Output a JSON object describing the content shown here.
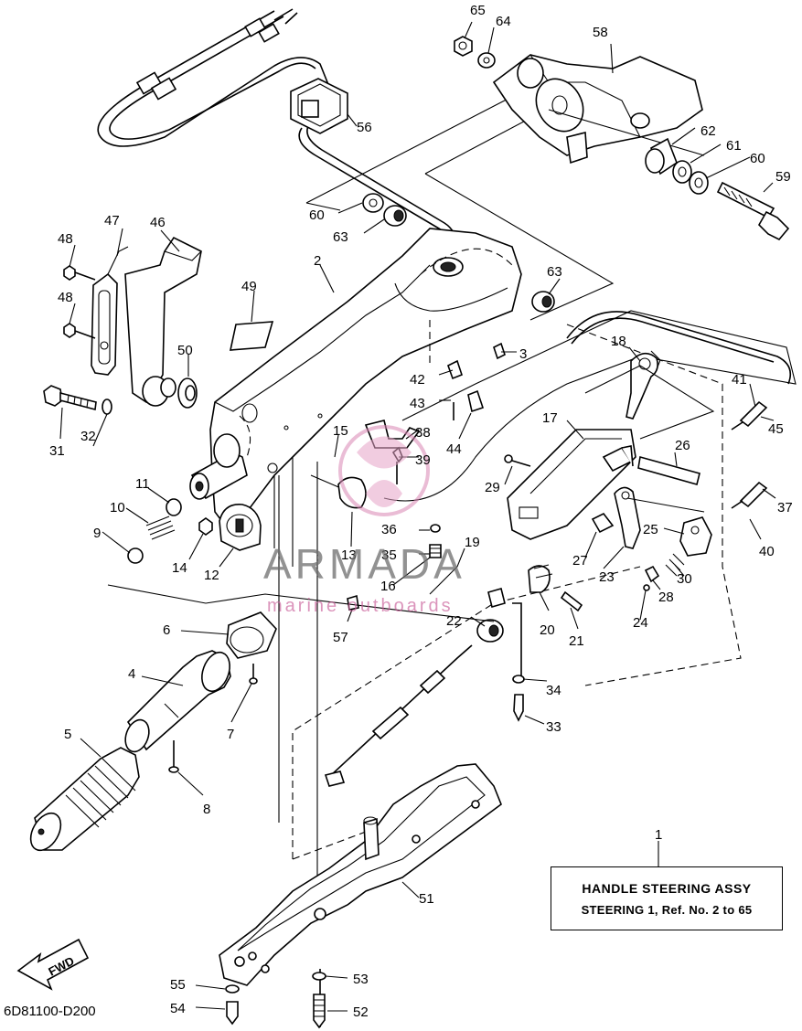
{
  "diagram": {
    "code": "6D81100-D200",
    "title_box": {
      "ref": "1",
      "line1": "HANDLE STEERING ASSY",
      "line2": "STEERING 1, Ref. No. 2 to 65"
    },
    "watermark": {
      "main": "ARMADA",
      "sub": "marine outboards"
    },
    "fwd_label": "FWD",
    "part_numbers": [
      "2",
      "3",
      "4",
      "5",
      "6",
      "7",
      "8",
      "9",
      "10",
      "11",
      "12",
      "13",
      "14",
      "15",
      "16",
      "17",
      "18",
      "19",
      "20",
      "21",
      "22",
      "23",
      "24",
      "25",
      "26",
      "27",
      "28",
      "29",
      "30",
      "31",
      "32",
      "33",
      "34",
      "35",
      "36",
      "37",
      "38",
      "39",
      "40",
      "41",
      "42",
      "43",
      "44",
      "45",
      "46",
      "47",
      "48",
      "48",
      "49",
      "50",
      "51",
      "52",
      "53",
      "54",
      "55",
      "56",
      "57",
      "58",
      "59",
      "60",
      "60",
      "61",
      "62",
      "63",
      "63",
      "64",
      "65"
    ]
  }
}
